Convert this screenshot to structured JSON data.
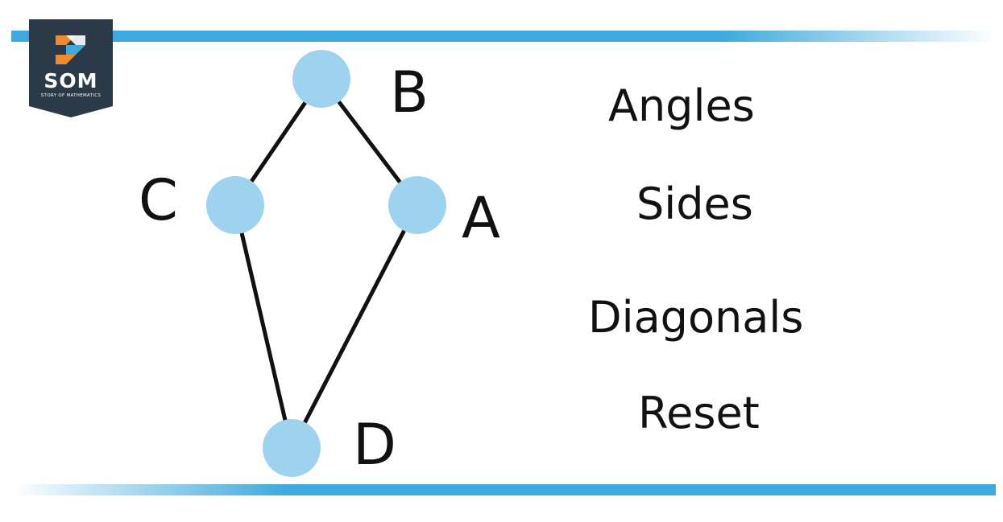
{
  "logo": {
    "name": "SOM",
    "tagline": "STORY OF MATHEMATICS",
    "colors": {
      "background": "#2b3a48",
      "orange": "#f08a2a",
      "blue": "#3ea9dc"
    }
  },
  "colors": {
    "accent_bar": "#3ea9dc",
    "node_fill": "#9dd3ee",
    "edge": "#111111",
    "text": "#111111"
  },
  "graph": {
    "vertices": [
      {
        "id": "B",
        "label": "B"
      },
      {
        "id": "C",
        "label": "C"
      },
      {
        "id": "A",
        "label": "A"
      },
      {
        "id": "D",
        "label": "D"
      }
    ],
    "edges": [
      [
        "B",
        "C"
      ],
      [
        "B",
        "A"
      ],
      [
        "C",
        "D"
      ],
      [
        "A",
        "D"
      ]
    ]
  },
  "menu": {
    "angles": "Angles",
    "sides": "Sides",
    "diagonals": "Diagonals",
    "reset": "Reset"
  }
}
